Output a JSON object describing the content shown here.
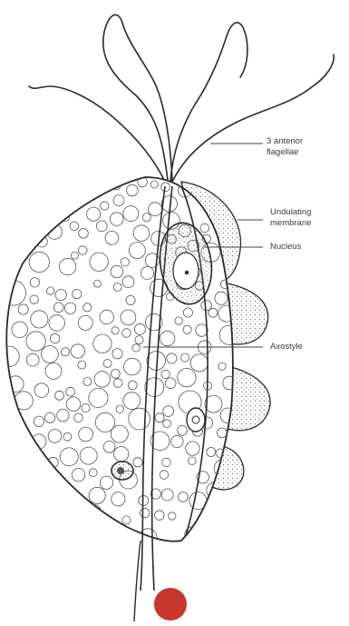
{
  "labels": {
    "flagellae_line1": "3 anterior",
    "flagellae_line2": "flagellae",
    "membrane_line1": "Undulating",
    "membrane_line2": "membrane",
    "nucleus": "Nucleus",
    "axostyle": "Axostyle"
  },
  "colors": {
    "ink": "#2a2a2a",
    "label": "#3a3a3a",
    "stipple": "#f2f2f2",
    "marker": "#c8372d"
  }
}
